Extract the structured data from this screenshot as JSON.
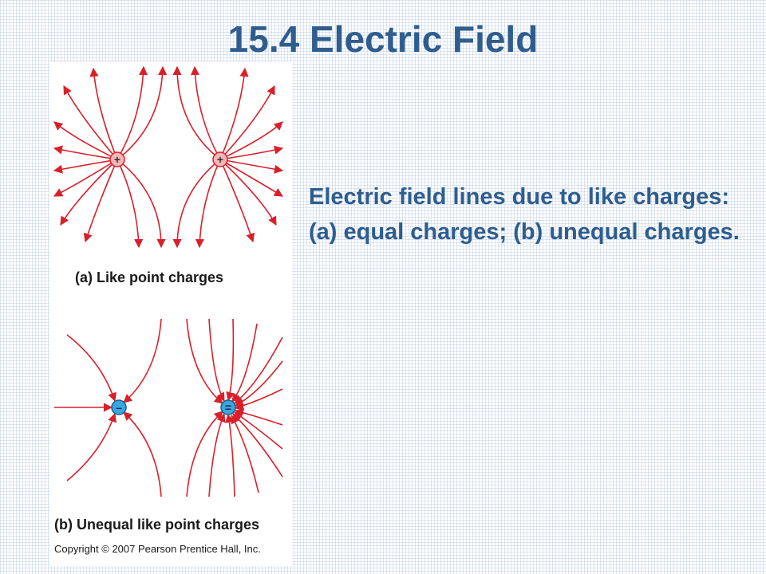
{
  "slide": {
    "title": "15.4 Electric Field",
    "description": "Electric field lines due to like charges: (a) equal charges; (b) unequal charges."
  },
  "figure": {
    "caption_a": "(a) Like  point charges",
    "caption_b": "(b) Unequal like point charges",
    "copyright": "Copyright © 2007 Pearson Prentice Hall, Inc.",
    "line_color": "#d9202a",
    "positive_charge_fill": "#f4b6b6",
    "negative_charge_fill": "#3aa6e0",
    "charges_a": [
      "+",
      "+"
    ],
    "charges_b": [
      "–",
      "="
    ]
  }
}
